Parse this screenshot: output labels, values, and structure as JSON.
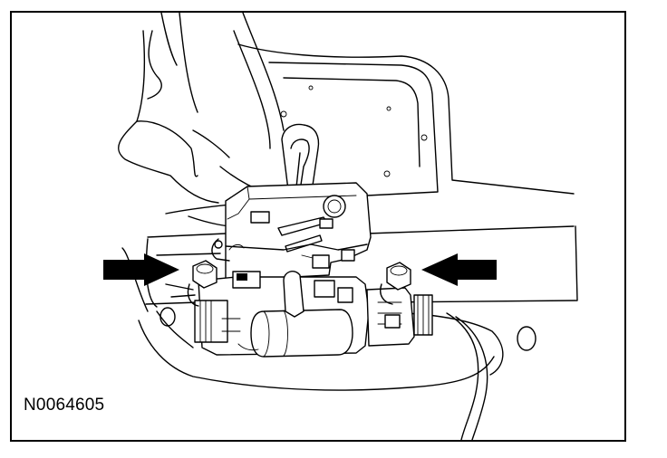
{
  "figure_id": "N0064605",
  "colors": {
    "line": "#000000",
    "background": "#ffffff"
  },
  "callouts": [
    {
      "name": "left-bolt-arrow",
      "direction": "right"
    },
    {
      "name": "right-bolt-arrow",
      "direction": "left"
    }
  ]
}
